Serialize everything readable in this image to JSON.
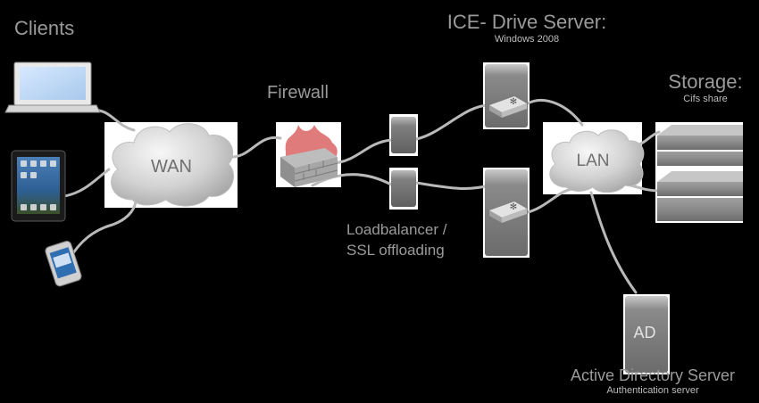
{
  "labels": {
    "clients": "Clients",
    "firewall": "Firewall",
    "ice_title": "ICE- Drive Server:",
    "ice_sub": "Windows 2008",
    "storage_title": "Storage:",
    "storage_sub": "Cifs share",
    "lb_line1": "Loadbalancer /",
    "lb_line2": "SSL offloading",
    "ad_title": "Active Directory Server",
    "ad_sub": "Authentication server",
    "wan": "WAN",
    "lan": "LAN",
    "ad_box": "AD"
  },
  "colors": {
    "background": "#000000",
    "label": "#9a9a9a",
    "panel": "#ffffff",
    "cloud_light": "#f4f4f4",
    "cloud_dark": "#a9a9a9",
    "cable": "#b9b9b9",
    "server_dark": "#6e6e6e",
    "server_light": "#b5b5b5",
    "firewall_brick": "#a6a6a6",
    "flame": "#d85a5a"
  },
  "icons": [
    "laptop-icon",
    "tablet-icon",
    "phone-icon",
    "cloud-icon",
    "firewall-icon",
    "server-icon",
    "storage-icon"
  ]
}
